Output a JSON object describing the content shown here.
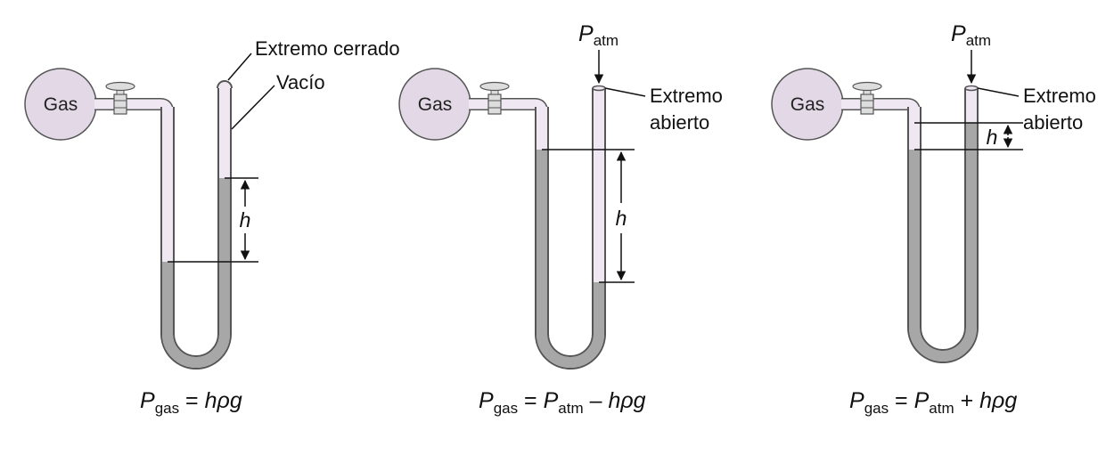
{
  "diagrams": [
    {
      "gas_label": "Gas",
      "top_label": "Extremo cerrado",
      "second_label": "Vacío",
      "h_label": "h",
      "equation": {
        "p": "P",
        "p_sub": "gas",
        "eq": " = ",
        "rest_italic": "hρg"
      }
    },
    {
      "gas_label": "Gas",
      "patm_p": "P",
      "patm_sub": "atm",
      "end_label_line1": "Extremo",
      "end_label_line2": "abierto",
      "h_label": "h",
      "equation": {
        "p": "P",
        "p_sub": "gas",
        "eq": " = ",
        "p2": "P",
        "p2_sub": "atm",
        "op": " – ",
        "rest_italic": "hρg"
      }
    },
    {
      "gas_label": "Gas",
      "patm_p": "P",
      "patm_sub": "atm",
      "end_label_line1": "Extremo",
      "end_label_line2": "abierto",
      "h_label": "h",
      "equation": {
        "p": "P",
        "p_sub": "gas",
        "eq": " = ",
        "p2": "P",
        "p2_sub": "atm",
        "op": " + ",
        "rest_italic": "hρg"
      }
    }
  ],
  "colors": {
    "tube_empty": "#efe7f2",
    "liquid": "#a7a7a7",
    "liquid_dark": "#8a8a8a",
    "bulb": "#e2d8e6",
    "outline": "#555555"
  }
}
